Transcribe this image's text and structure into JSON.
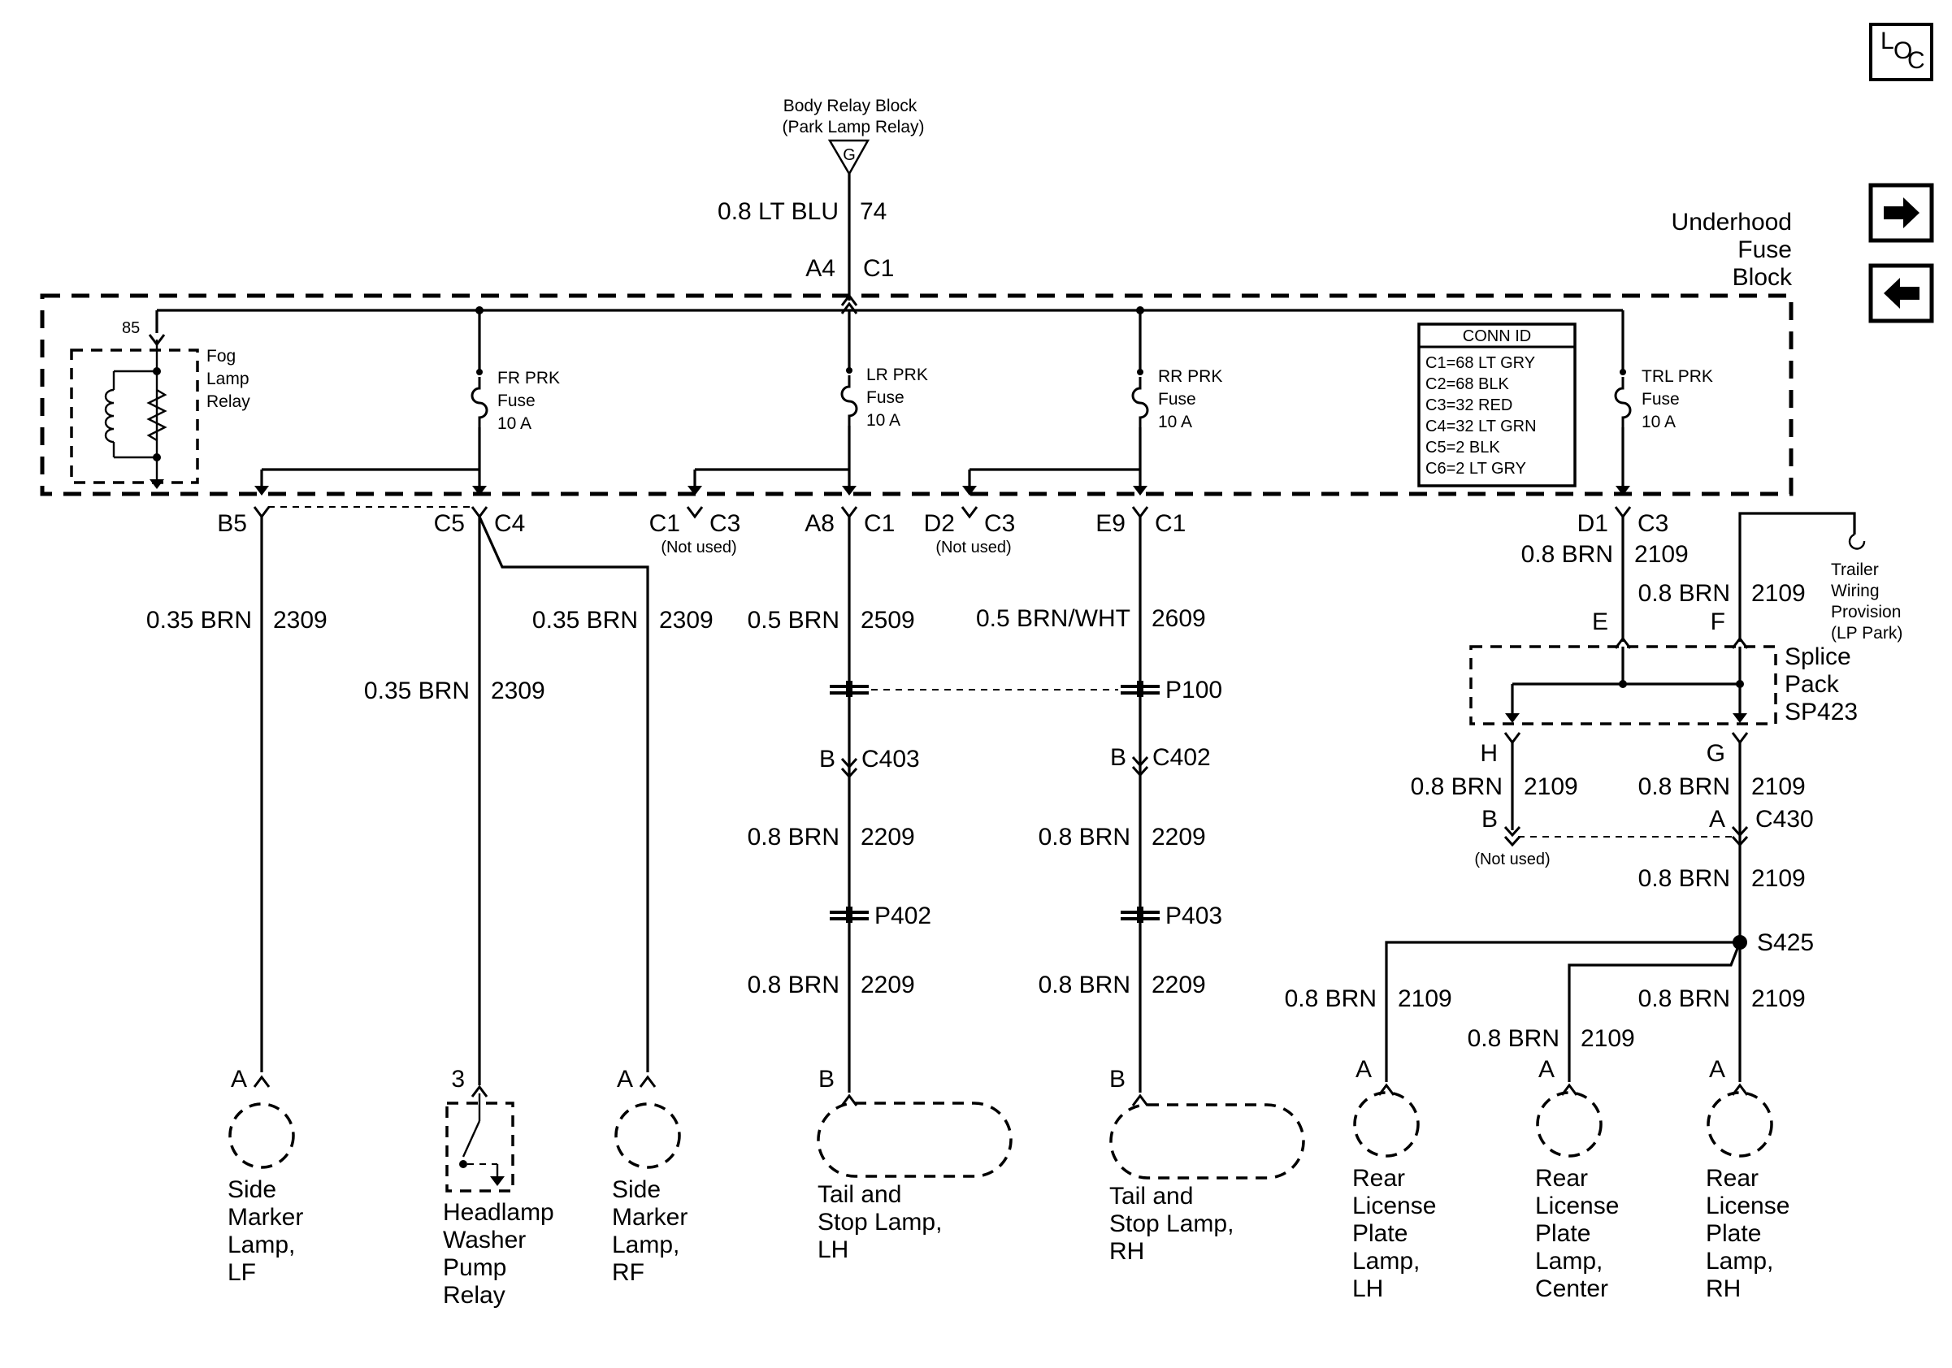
{
  "nav": {
    "loc_letters": [
      "L",
      "O",
      "C"
    ],
    "next_icon": "arrow-right-icon",
    "prev_icon": "arrow-left-icon"
  },
  "source": {
    "title": "Body Relay Block",
    "subtitle": "(Park Lamp Relay)",
    "terminal": "G"
  },
  "feed_wire": {
    "gauge": "0.8 LT BLU",
    "circuit": "74",
    "pin": "A4",
    "conn": "C1"
  },
  "fuse_block": {
    "title_lines": [
      "Underhood",
      "Fuse",
      "Block"
    ]
  },
  "relay": {
    "pin": "85",
    "name_lines": [
      "Fog",
      "Lamp",
      "Relay"
    ]
  },
  "fuses": [
    {
      "id": "fr",
      "lines": [
        "FR PRK",
        "Fuse",
        "10 A"
      ]
    },
    {
      "id": "lr",
      "lines": [
        "LR PRK",
        "Fuse",
        "10 A"
      ]
    },
    {
      "id": "rr",
      "lines": [
        "RR PRK",
        "Fuse",
        "10 A"
      ]
    },
    {
      "id": "trl",
      "lines": [
        "TRL PRK",
        "Fuse",
        "10 A"
      ]
    }
  ],
  "conn_id": {
    "title": "CONN ID",
    "rows": [
      "C1=68 LT GRY",
      "C2=68 BLK",
      "C3=32 RED",
      "C4=32 LT GRN",
      "C5=2 BLK",
      "C6=2 LT GRY"
    ]
  },
  "pins": {
    "b5": "B5",
    "c5": "C5",
    "c4": "C4",
    "c1_nu": "C1",
    "c3_nu": "C3",
    "nu1": "(Not used)",
    "a8": "A8",
    "c1_a": "C1",
    "d2": "D2",
    "c3_nu2": "C3",
    "nu2": "(Not used)",
    "e9": "E9",
    "c1_b": "C1",
    "d1": "D1",
    "c3": "C3"
  },
  "wires": {
    "lf_marker": {
      "gauge": "0.35 BRN",
      "circuit": "2309"
    },
    "washer": {
      "gauge": "0.35 BRN",
      "circuit": "2309"
    },
    "rf_marker": {
      "gauge": "0.35 BRN",
      "circuit": "2309"
    },
    "lh_tail_1": {
      "gauge": "0.5 BRN",
      "circuit": "2509"
    },
    "rh_tail_1": {
      "gauge": "0.5 BRN/WHT",
      "circuit": "2609"
    },
    "lh_tail_2": {
      "gauge": "0.8 BRN",
      "circuit": "2209"
    },
    "rh_tail_2": {
      "gauge": "0.8 BRN",
      "circuit": "2209"
    },
    "lh_tail_3": {
      "gauge": "0.8 BRN",
      "circuit": "2209"
    },
    "rh_tail_3": {
      "gauge": "0.8 BRN",
      "circuit": "2209"
    },
    "trl_1": {
      "gauge": "0.8 BRN",
      "circuit": "2109"
    },
    "trl_2": {
      "gauge": "0.8 BRN",
      "circuit": "2109"
    },
    "trl_h": {
      "gauge": "0.8 BRN",
      "circuit": "2109"
    },
    "trl_g": {
      "gauge": "0.8 BRN",
      "circuit": "2109"
    },
    "trl_3": {
      "gauge": "0.8 BRN",
      "circuit": "2109"
    },
    "plate_lh": {
      "gauge": "0.8 BRN",
      "circuit": "2109"
    },
    "plate_center": {
      "gauge": "0.8 BRN",
      "circuit": "2109"
    },
    "plate_rh": {
      "gauge": "0.8 BRN",
      "circuit": "2109"
    }
  },
  "inline": {
    "p100": "P100",
    "c403_pin": "B",
    "c403": "C403",
    "c402_pin": "B",
    "c402": "C402",
    "p402": "P402",
    "p403": "P403"
  },
  "trailer": {
    "lines": [
      "Trailer",
      "Wiring",
      "Provision",
      "(LP Park)"
    ]
  },
  "splice_pack": {
    "pin_e": "E",
    "pin_f": "F",
    "pin_h": "H",
    "pin_g": "G",
    "name_lines": [
      "Splice",
      "Pack",
      "SP423"
    ]
  },
  "c430": {
    "pin_b": "B",
    "pin_a": "A",
    "name": "C430",
    "not_used": "(Not used)"
  },
  "splice": {
    "name": "S425"
  },
  "components": [
    {
      "id": "lf-marker",
      "pin": "A",
      "lines": [
        "Side",
        "Marker",
        "Lamp,",
        "LF"
      ]
    },
    {
      "id": "washer-relay",
      "pin": "3",
      "lines": [
        "Headlamp",
        "Washer",
        "Pump",
        "Relay"
      ]
    },
    {
      "id": "rf-marker",
      "pin": "A",
      "lines": [
        "Side",
        "Marker",
        "Lamp,",
        "RF"
      ]
    },
    {
      "id": "lh-tail",
      "pin": "B",
      "lines": [
        "Tail and",
        "Stop Lamp,",
        "LH"
      ]
    },
    {
      "id": "rh-tail",
      "pin": "B",
      "lines": [
        "Tail and",
        "Stop Lamp,",
        "RH"
      ]
    },
    {
      "id": "plate-lh",
      "pin": "A",
      "lines": [
        "Rear",
        "License",
        "Plate",
        "Lamp,",
        "LH"
      ]
    },
    {
      "id": "plate-center",
      "pin": "A",
      "lines": [
        "Rear",
        "License",
        "Plate",
        "Lamp,",
        "Center"
      ]
    },
    {
      "id": "plate-rh",
      "pin": "A",
      "lines": [
        "Rear",
        "License",
        "Plate",
        "Lamp,",
        "RH"
      ]
    }
  ]
}
